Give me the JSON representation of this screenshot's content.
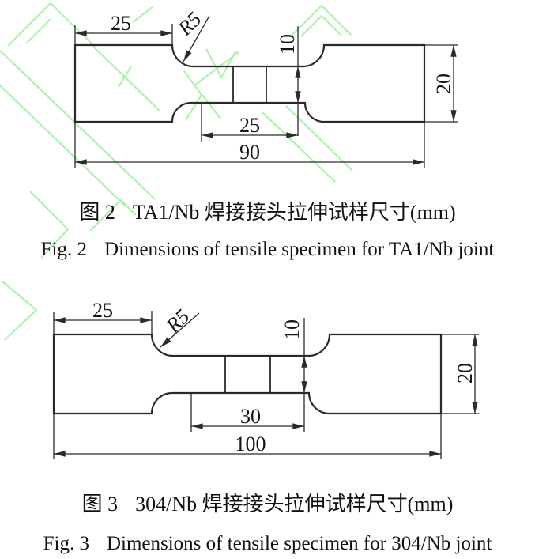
{
  "page": {
    "background": "#ffffff",
    "line_color": "#2a2a2a",
    "watermark_color": "#aef1ae"
  },
  "fig2": {
    "caption_zh_label": "图 2",
    "caption_zh_text": "TA1/Nb 焊接接头拉伸试样尺寸(mm)",
    "caption_en_label": "Fig. 2",
    "caption_en_text": "Dimensions of tensile specimen for TA1/Nb joint",
    "dims": {
      "grip_length": "25",
      "fillet_radius": "R5",
      "gauge_width": "10",
      "gauge_length": "25",
      "total_length": "90",
      "grip_width": "20"
    }
  },
  "fig3": {
    "caption_zh_label": "图 3",
    "caption_zh_text": "304/Nb 焊接接头拉伸试样尺寸(mm)",
    "caption_en_label": "Fig. 3",
    "caption_en_text": "Dimensions of tensile specimen for 304/Nb joint",
    "dims": {
      "grip_length": "25",
      "fillet_radius": "R5",
      "gauge_width": "10",
      "gauge_length": "30",
      "total_length": "100",
      "grip_width": "20"
    }
  }
}
